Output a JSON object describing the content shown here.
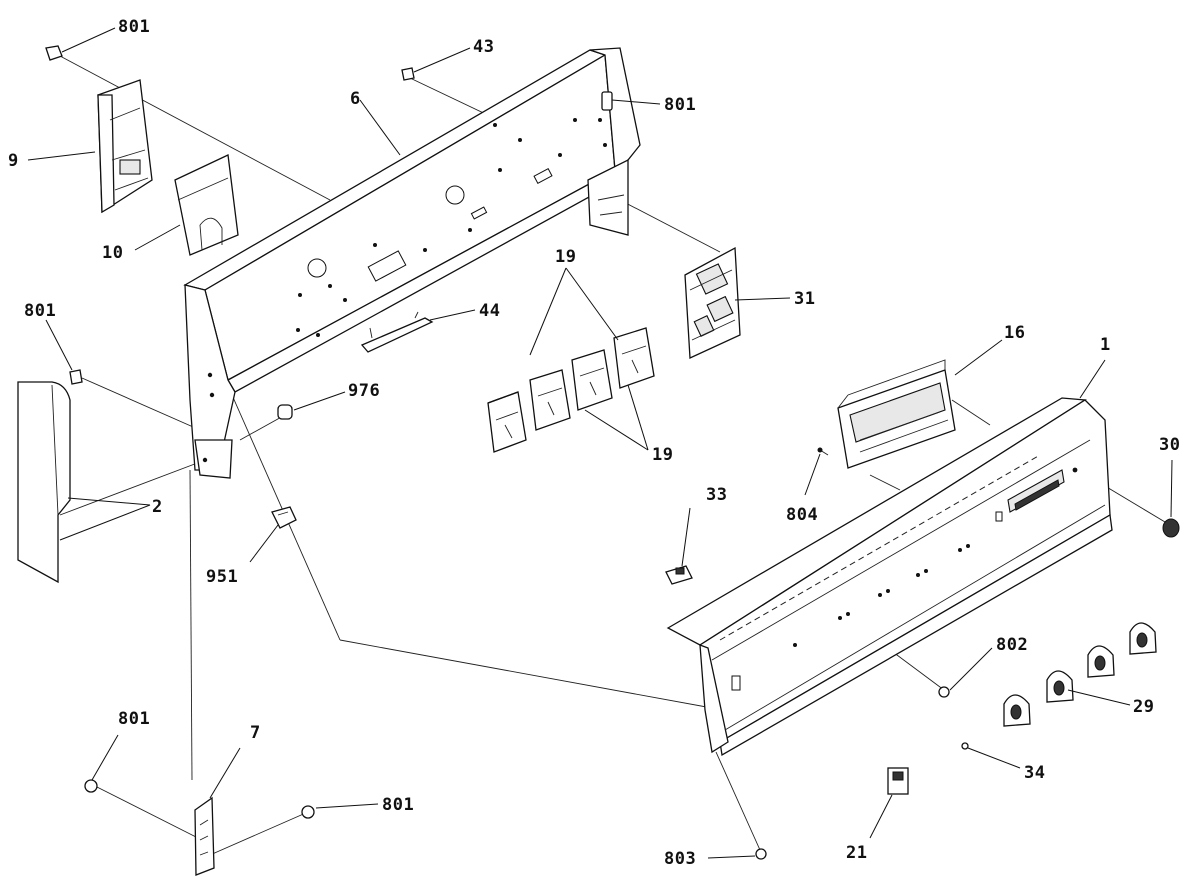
{
  "callouts": {
    "c801_top": "801",
    "c43": "43",
    "c801_right_top": "801",
    "c6": "6",
    "c9": "9",
    "c10": "10",
    "c19_top": "19",
    "c31": "31",
    "c801_left": "801",
    "c44": "44",
    "c16": "16",
    "c1": "1",
    "c976": "976",
    "c19_bottom": "19",
    "c30": "30",
    "c2": "2",
    "c804": "804",
    "c33": "33",
    "c951": "951",
    "c802": "802",
    "c7": "7",
    "c801_bl": "801",
    "c29": "29",
    "c801_br": "801",
    "c34": "34",
    "c21": "21",
    "c803": "803"
  }
}
